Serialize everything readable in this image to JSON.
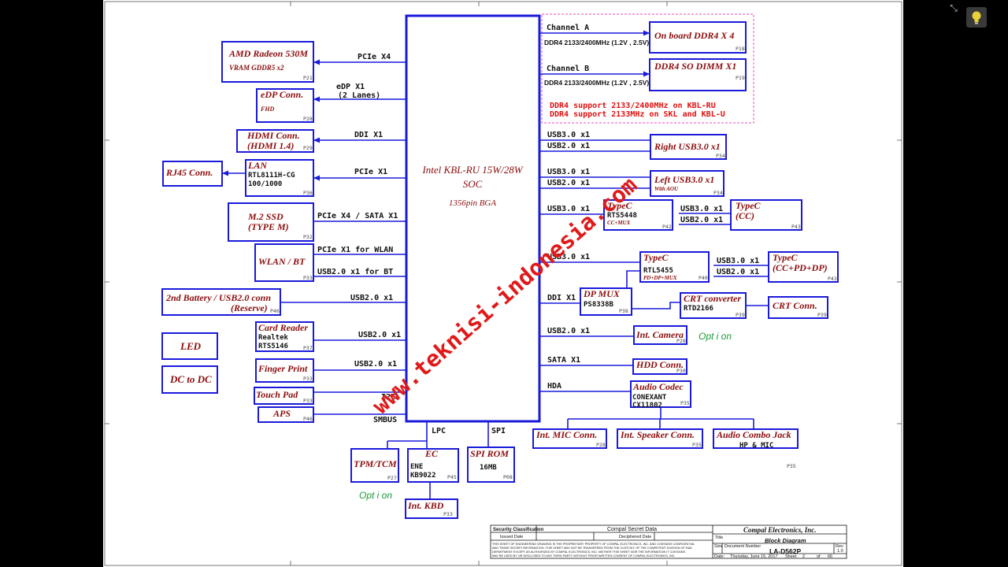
{
  "soc": {
    "line1": "Intel KBL-RU 15W/28W",
    "line2": "SOC",
    "line3": "1356pin  BGA"
  },
  "left_blocks": [
    {
      "id": "amd-radeon",
      "title": "AMD Radeon 530M",
      "sub": "VRAM GDDR5 x2",
      "page": "P21",
      "bus": "PCIe X4"
    },
    {
      "id": "edp-conn",
      "title": "eDP Conn.",
      "sub": "FHD",
      "page": "P28",
      "bus": "eDP X1",
      "bus2": "(2 Lanes)"
    },
    {
      "id": "hdmi-conn",
      "title": "HDMI Conn.",
      "title2": "(HDMI 1.4)",
      "page": "P29",
      "bus": "DDI X1"
    },
    {
      "id": "lan",
      "title": "LAN",
      "chip": "RTL8111H-CG",
      "chip2": "100/1000",
      "page": "P36",
      "bus": "PCIe X1"
    },
    {
      "id": "m2-ssd",
      "title": "M.2 SSD",
      "title2": "(TYPE M)",
      "page": "P32",
      "bus": "PCIe X4 / SATA X1"
    },
    {
      "id": "wlan-bt",
      "title": "WLAN / BT",
      "page": "P33",
      "bus": "PCIe X1 for WLAN",
      "bus2": "USB2.0 x1 for BT"
    },
    {
      "id": "battery-usb",
      "title": "2nd Battery / USB2.0 conn",
      "title2": "(Reserve)",
      "page": "P46",
      "bus": "USB2.0 x1"
    },
    {
      "id": "card-reader",
      "title": "Card Reader",
      "chip": "Realtek",
      "chip2": "RTS5146",
      "page": "P37",
      "bus": "USB2.0 x1"
    },
    {
      "id": "finger-print",
      "title": "Finger Print",
      "page": "P33",
      "bus": "USB2.0 x1"
    },
    {
      "id": "touch-pad",
      "title": "Touch  Pad",
      "page": "P33",
      "bus": "I2C"
    },
    {
      "id": "aps",
      "title": "APS",
      "page": "P46",
      "bus": "SMBUS"
    }
  ],
  "standalone": {
    "rj45": "RJ45 Conn.",
    "led": "LED",
    "dc_dc": "DC to DC"
  },
  "memory": {
    "channel_a": "Channel A",
    "channel_b": "Channel B",
    "ddr_speed": "DDR4 2133/2400MHz (1.2V , 2.5V)",
    "onboard": "On board DDR4 X 4",
    "onboard_page": "P18",
    "sodimm": "DDR4 SO DIMM X1",
    "sodimm_page": "P19",
    "note1": "DDR4 support 2133/2400MHz on KBL-RU",
    "note2": "DDR4 support 2133MHz on SKL and KBL-U"
  },
  "right_blocks": {
    "right_usb": {
      "title": "Right USB3.0 x1",
      "page": "P34",
      "bus1": "USB3.0 x1",
      "bus2": "USB2.0 x1"
    },
    "left_usb": {
      "title": "Left USB3.0  x1",
      "sub": "With AOU",
      "page": "P34",
      "bus1": "USB3.0 x1",
      "bus2": "USB2.0 x1"
    },
    "typec_1": {
      "title": "TypeC",
      "chip": "RTS5448",
      "sub": "CC+MUX",
      "page": "P42",
      "bus": "USB3.0 x1"
    },
    "typec_cc": {
      "title": "TypeC",
      "title2": "(CC)",
      "page": "P43",
      "bus1": "USB3.0 x1",
      "bus2": "USB2.0 x1"
    },
    "typec_2": {
      "title": "TypeC",
      "chip": "RTL5455",
      "sub": "PD+DP+MUX",
      "page": "P40",
      "bus": "USB3.0 x1"
    },
    "typec_ccpd": {
      "title": "TypeC",
      "title2": "(CC+PD+DP)",
      "page": "P43",
      "bus1": "USB3.0 x1",
      "bus2": "USB2.0 x1"
    },
    "dp_mux": {
      "title": "DP MUX",
      "chip": "PS8338B",
      "page": "P38",
      "bus": "DDI X1"
    },
    "crt_converter": {
      "title": "CRT converter",
      "chip": "RTD2166",
      "page": "P39"
    },
    "crt_conn": {
      "title": "CRT Conn.",
      "page": "P39"
    },
    "int_camera": {
      "title": "Int. Camera",
      "page": "P28",
      "bus": "USB2.0 x1",
      "option": "Opt i on"
    },
    "hdd_conn": {
      "title": "HDD Conn.",
      "page": "P30",
      "bus": "SATA X1"
    },
    "audio_codec": {
      "title": "Audio Codec",
      "chip": "CONEXANT",
      "chip2": "CX11802",
      "page": "P35",
      "bus": "HDA"
    },
    "int_mic": {
      "title": "Int. MIC Conn.",
      "page": "P28"
    },
    "int_speaker": {
      "title": "Int. Speaker Conn.",
      "page": "P35"
    },
    "audio_jack": {
      "title": "Audio Combo Jack",
      "chip": "HP & MIC",
      "page": "P35"
    }
  },
  "bottom_blocks": {
    "lpc": "LPC",
    "spi": "SPI",
    "tpm": {
      "title": "TPM/TCM",
      "page": "P27",
      "option": "Opt i on"
    },
    "ec": {
      "title": "EC",
      "chip": "ENE",
      "chip2": "KB9022",
      "page": "P45"
    },
    "spi_rom": {
      "title": "SPI ROM",
      "chip": "16MB",
      "page": "P08"
    },
    "int_kbd": {
      "title": "Int. KBD",
      "page": "P33"
    }
  },
  "watermark": "www.teknisi-indonesia.com",
  "title_block": {
    "security_label": "Security Classification",
    "security_value": "Compal Secret Data",
    "issued_label": "Issued Date",
    "deciphered_label": "Deciphered Date",
    "company": "Compal Electronics, Inc.",
    "title_label": "Title",
    "doc_title": "Block Diagram",
    "size_label": "Size",
    "doc_number_label": "Document Number",
    "rev_label": "Rev",
    "rev": "1.0",
    "doc_number": "LA-D562P",
    "date_label": "Date:",
    "date": "Thursday, June 15, 2017",
    "sheet_label": "Sheet",
    "sheet": "2",
    "of_label": "of",
    "of": "66",
    "notice1": "THIS SHEET OF ENGINEERING DRAWING IS THE PROPRIETARY PROPERTY OF COMPAL ELECTRONICS, INC. AND CONTAINS CONFIDENTIAL",
    "notice2": "AND TRADE SECRET INFORMATION. THIS SHEET MAY NOT BE TRANSFERED FROM THE CUSTODY OF THE COMPETENT DIVISION OF R&D",
    "notice3": "DEPARTMENT EXCEPT AS AUTHORIZED BY COMPAL ELECTRONICS, INC. NEITHER THIS SHEET NOR THE INFORMATION IT CONTAINS",
    "notice4": "MAY BE USED BY OR DISCLOSED TO ANY THIRD PARTY WITHOUT PRIOR WRITTEN CONSENT OF COMPAL ELECTRONICS, INC."
  },
  "stray_page": "P35",
  "colors": {
    "line_blue": "#1a1adb",
    "title_red": "#8b0d0d",
    "note_red": "#e01010",
    "option_green": "#1b9a3b",
    "memory_border": "#f06cc8"
  },
  "viewer": {
    "shrink_icon": "shrink-icon",
    "hint_icon": "lightbulb-icon"
  }
}
